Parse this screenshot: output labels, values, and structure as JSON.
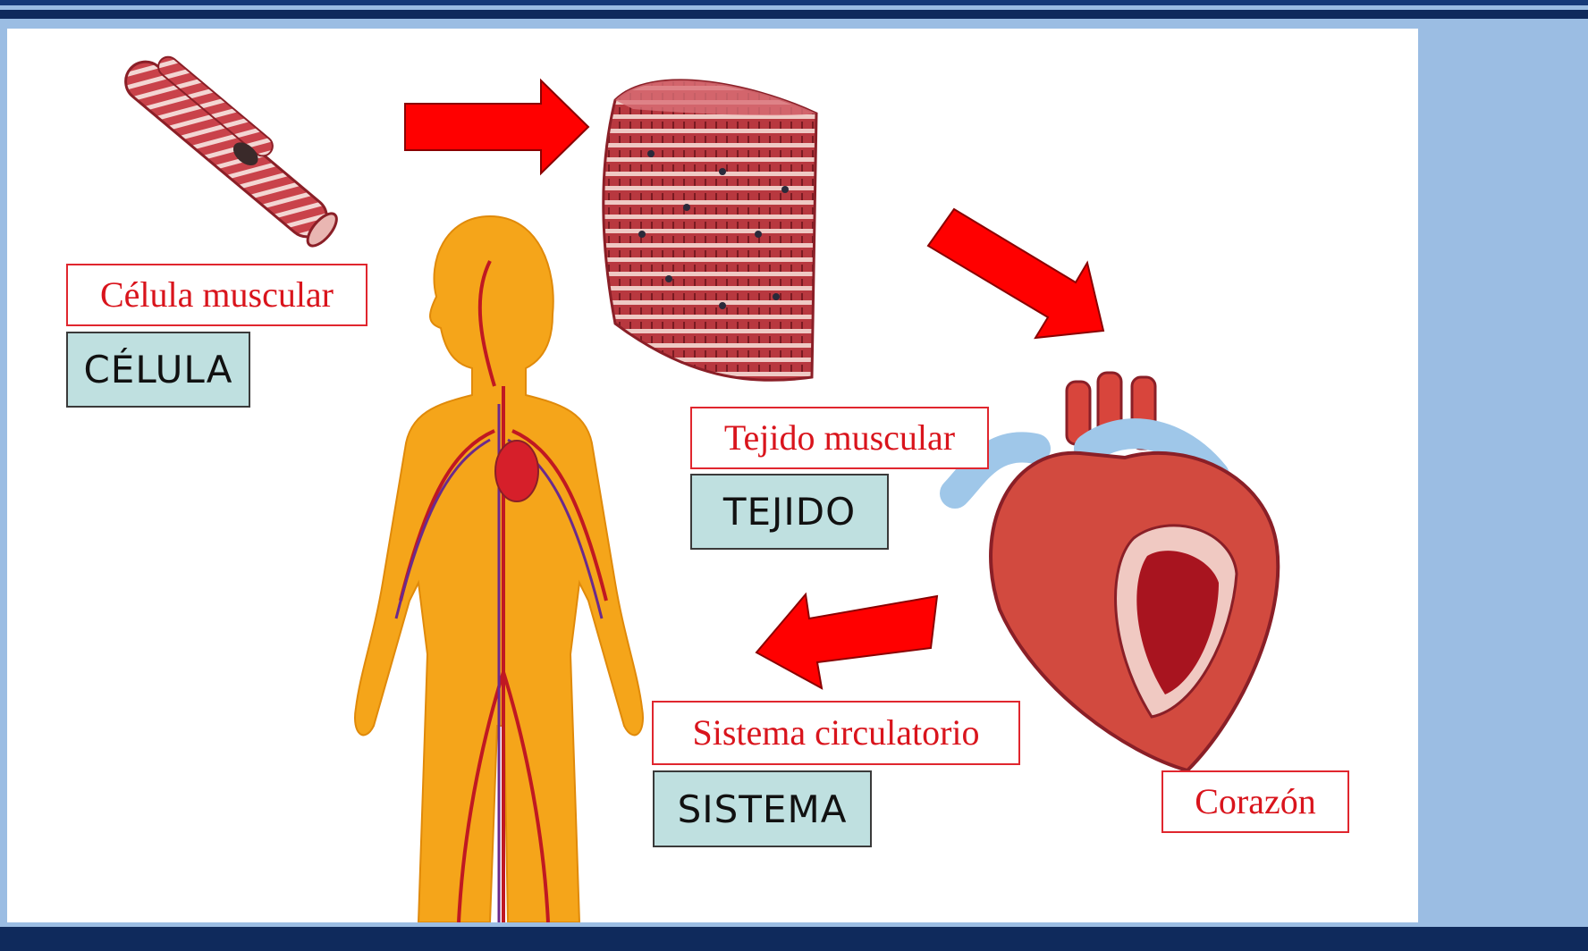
{
  "stages": [
    {
      "label": "Célula muscular",
      "level": "CÉLULA"
    },
    {
      "label": "Tejido muscular",
      "level": "TEJIDO"
    },
    {
      "label": "Corazón",
      "level": ""
    },
    {
      "label": "Sistema circulatorio",
      "level": "SISTEMA"
    }
  ],
  "colors": {
    "frame": "#9bbde3",
    "frame_bar": "#0f2a5c",
    "arrow": "#ff0000",
    "label_text": "#d9141c",
    "level_fill": "#bfe0e0",
    "body_fill": "#f5a51a",
    "vessel": "#c01822"
  },
  "icons": {
    "cell": "muscle-fiber-illustration",
    "tissue": "muscle-tissue-illustration",
    "organ": "heart-illustration",
    "system": "circulatory-system-body-illustration",
    "arrow": "red-arrow-icon"
  }
}
